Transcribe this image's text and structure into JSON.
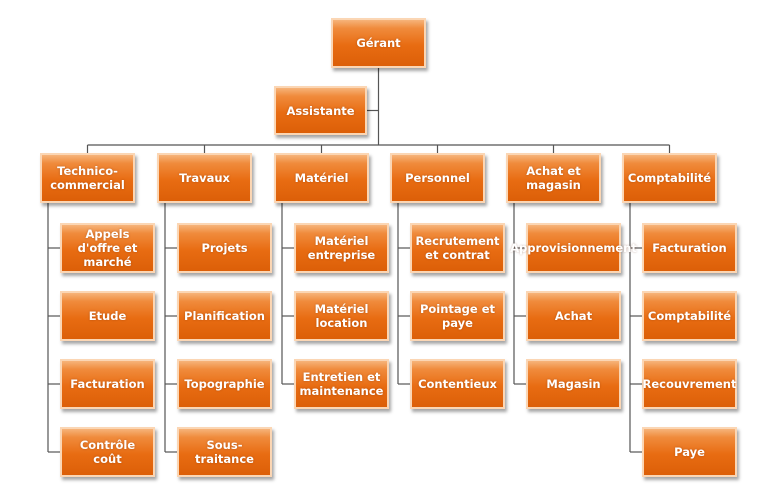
{
  "chart": {
    "root": "Gérant",
    "assistant": "Assistante",
    "departments": [
      {
        "label": "Technico-commercial",
        "children": [
          "Appels d'offre et marché",
          "Etude",
          "Facturation",
          "Contrôle coût"
        ]
      },
      {
        "label": "Travaux",
        "children": [
          "Projets",
          "Planification",
          "Topographie",
          "Sous-traitance"
        ]
      },
      {
        "label": "Matériel",
        "children": [
          "Matériel entreprise",
          "Matériel location",
          "Entretien et maintenance"
        ]
      },
      {
        "label": "Personnel",
        "children": [
          "Recrutement et contrat",
          "Pointage et paye",
          "Contentieux"
        ]
      },
      {
        "label": "Achat et magasin",
        "children": [
          "Approvisionnement",
          "Achat",
          "Magasin"
        ]
      },
      {
        "label": "Comptabilité",
        "children": [
          "Facturation",
          "Comptabilité",
          "Recouvrement",
          "Paye"
        ]
      }
    ]
  },
  "colors": {
    "box_fill": "#e86c12",
    "box_border": "#fbd6b4",
    "connector": "#555555",
    "text": "#ffffff"
  }
}
